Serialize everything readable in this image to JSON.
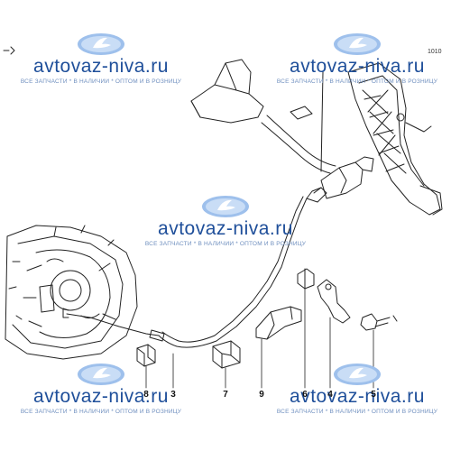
{
  "watermark": {
    "site": "avtovaz-niva.ru",
    "tagline": "ВСЕ ЗАПЧАСТИ * В НАЛИЧИИ * ОПТОМ И В РОЗНИЦУ",
    "logo_icon": "lada-boat-logo-icon",
    "color": "#1f4f9a"
  },
  "corner_code": "1010",
  "callouts": [
    "8",
    "3",
    "7",
    "9",
    "6",
    "4",
    "5"
  ]
}
